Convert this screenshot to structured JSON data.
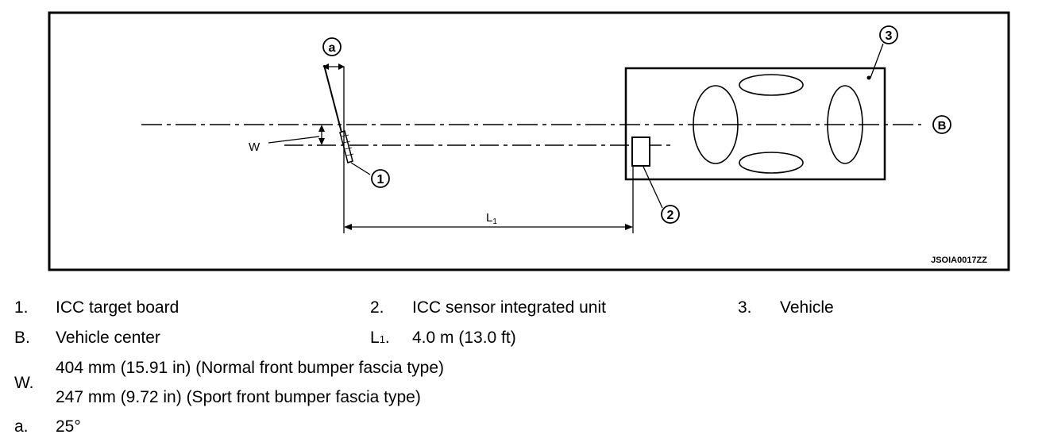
{
  "diagram": {
    "callouts": {
      "a": "a",
      "one": "1",
      "two": "2",
      "three": "3",
      "b": "B"
    },
    "labels": {
      "w": "W",
      "l1_main": "L",
      "l1_sub": "1"
    },
    "code": "JSOIA0017ZZ"
  },
  "legend": {
    "item1": {
      "key": "1.",
      "text": "ICC target board"
    },
    "item2": {
      "key": "2.",
      "text": "ICC sensor integrated unit"
    },
    "item3": {
      "key": "3.",
      "text": "Vehicle"
    },
    "itemB": {
      "key": "B.",
      "text": "Vehicle center"
    },
    "itemL1": {
      "key_main": "L",
      "key_sub": "1",
      "key_dot": ".",
      "text": "4.0 m (13.0 ft)"
    },
    "itemW": {
      "key": "W.",
      "line1": "404 mm (15.91 in) (Normal front bumper fascia type)",
      "line2": "247 mm (9.72 in) (Sport front bumper fascia type)"
    },
    "itemA": {
      "key": "a.",
      "text": "25°"
    }
  }
}
